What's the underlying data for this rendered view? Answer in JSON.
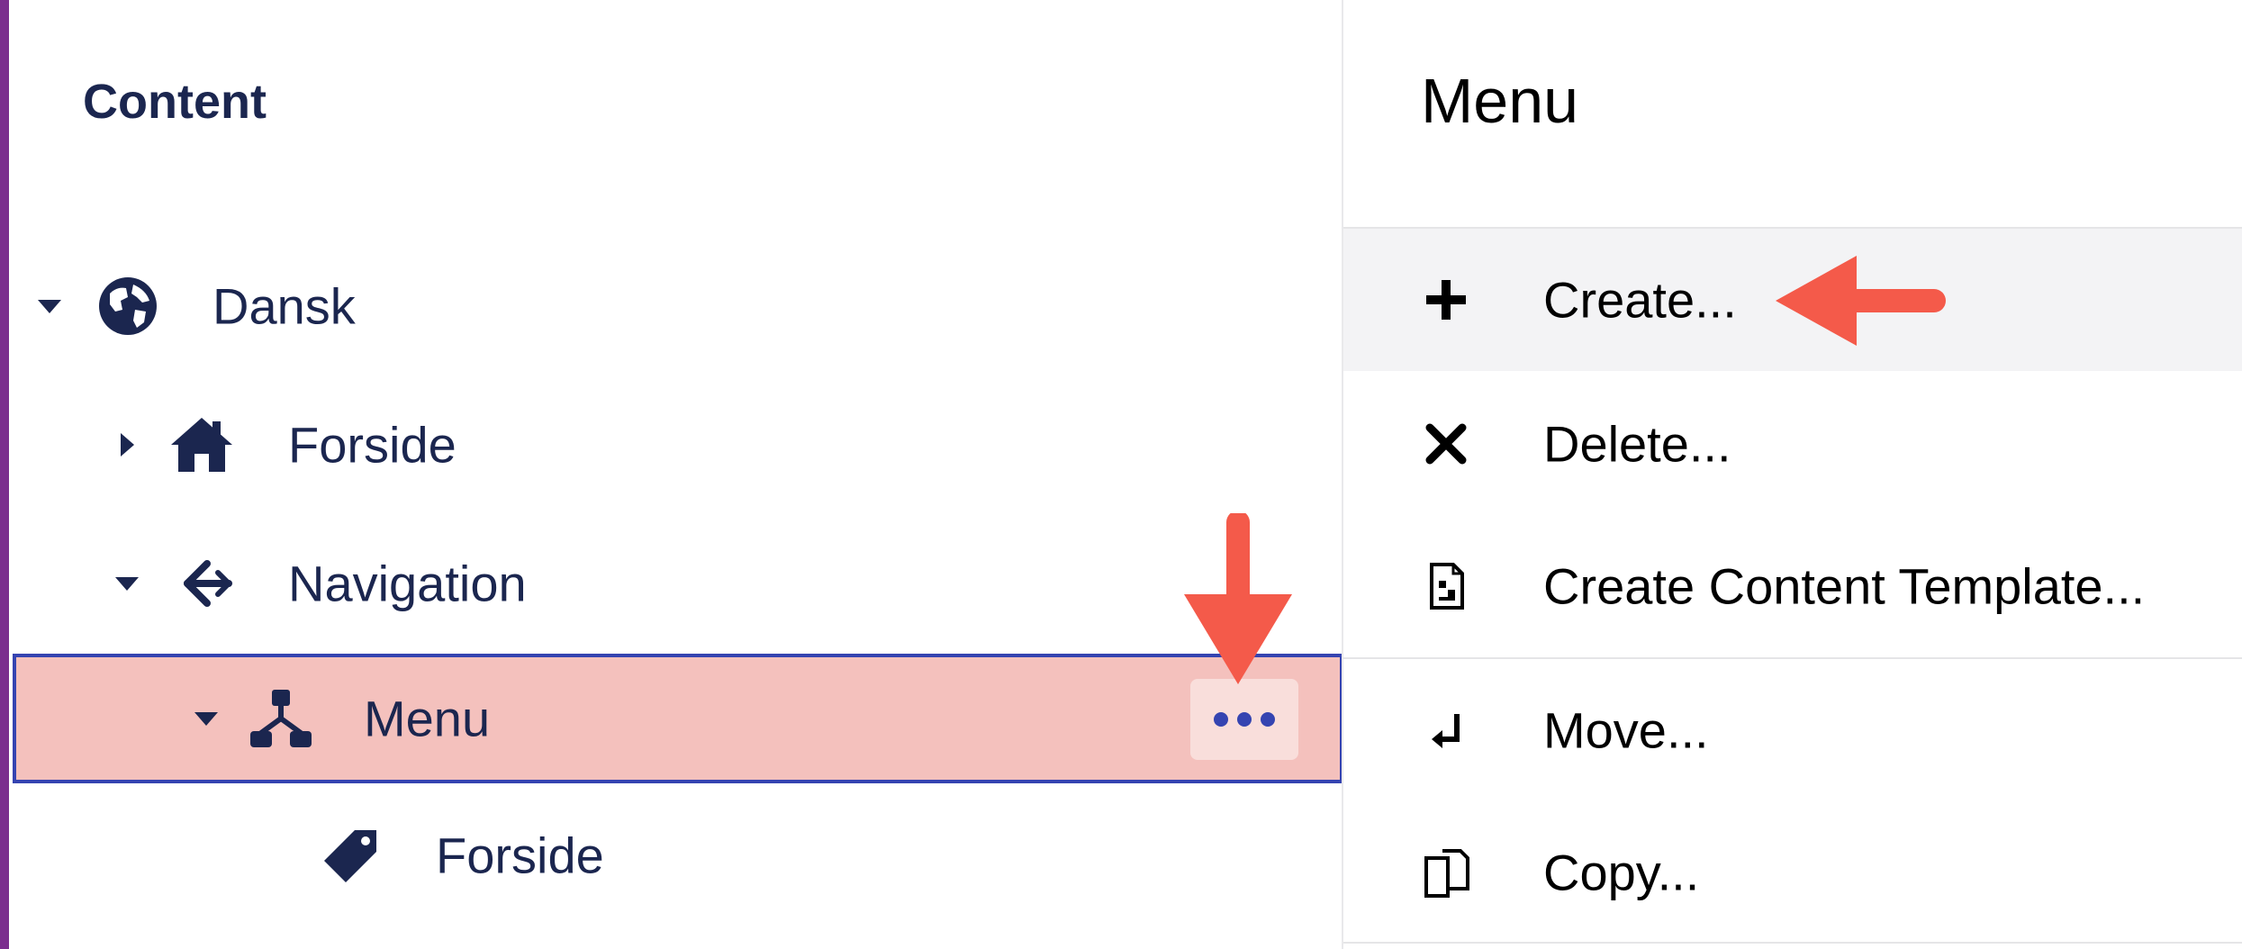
{
  "tree": {
    "title": "Content",
    "nodes": [
      {
        "label": "Dansk",
        "icon": "globe-icon",
        "caret": "down"
      },
      {
        "label": "Forside",
        "icon": "home-icon",
        "caret": "right"
      },
      {
        "label": "Navigation",
        "icon": "navigation-icon",
        "caret": "down"
      },
      {
        "label": "Menu",
        "icon": "sitemap-icon",
        "caret": "down",
        "selected": true
      },
      {
        "label": "Forside",
        "icon": "tag-icon",
        "caret": "none"
      }
    ],
    "more_icon": "ellipsis-icon"
  },
  "menu": {
    "title": "Menu",
    "items": [
      {
        "label": "Create...",
        "icon": "plus-icon"
      },
      {
        "label": "Delete...",
        "icon": "close-icon"
      },
      {
        "label": "Create Content Template...",
        "icon": "document-template-icon"
      },
      {
        "label": "Move...",
        "icon": "move-arrow-icon"
      },
      {
        "label": "Copy...",
        "icon": "copy-icon"
      }
    ]
  },
  "colors": {
    "accent": "#7b2d8e",
    "text": "#1b264f",
    "selected_row": "#f4c1bd",
    "selected_border": "#3544b1",
    "annotation_arrow": "#f45a4a",
    "menu_highlight": "#f3f3f5"
  }
}
